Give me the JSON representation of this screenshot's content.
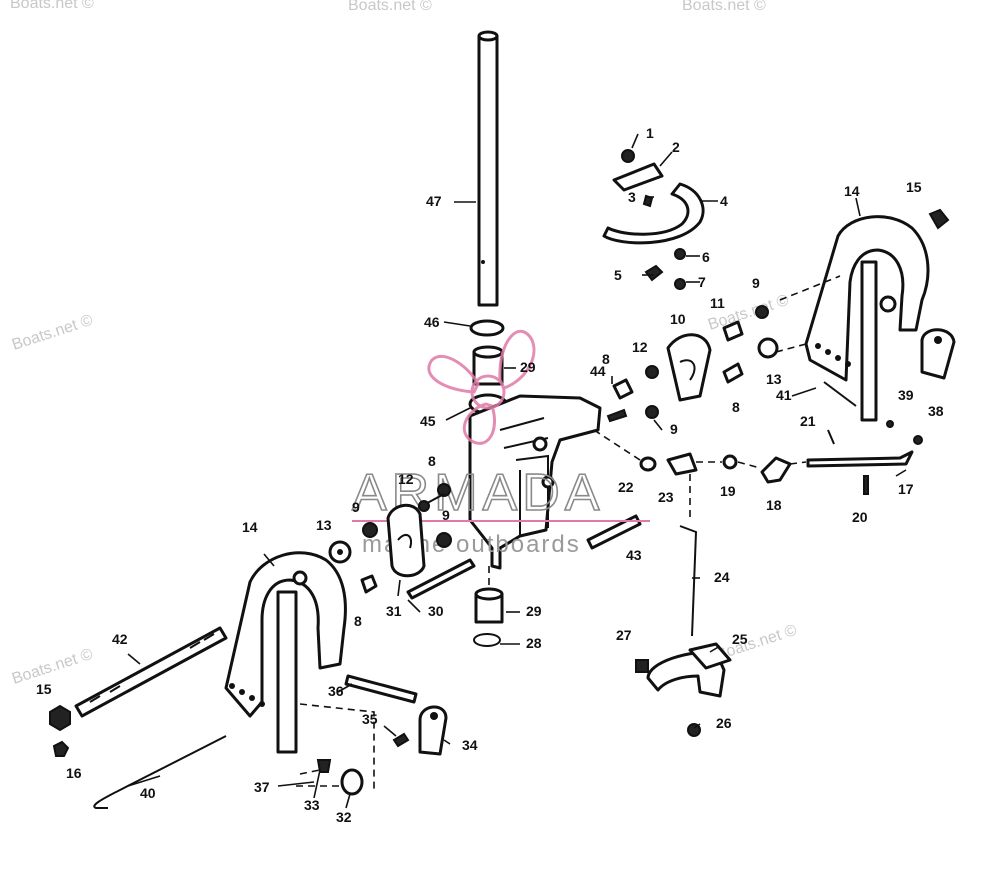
{
  "watermarks": [
    "Boats.net ©",
    "Boats.net ©",
    "Boats.net ©",
    "Boats.net ©",
    "Boats.net ©",
    "Boats.net ©",
    "Boats.net ©"
  ],
  "logo": {
    "name": "ARMADA",
    "tagline": "marine outboards",
    "accent_color": "#e07aa8"
  },
  "callouts": [
    {
      "id": "c1",
      "label": "1"
    },
    {
      "id": "c2",
      "label": "2"
    },
    {
      "id": "c3",
      "label": "3"
    },
    {
      "id": "c4",
      "label": "4"
    },
    {
      "id": "c5",
      "label": "5"
    },
    {
      "id": "c6",
      "label": "6"
    },
    {
      "id": "c7",
      "label": "7"
    },
    {
      "id": "c8a",
      "label": "8"
    },
    {
      "id": "c8b",
      "label": "8"
    },
    {
      "id": "c8c",
      "label": "8"
    },
    {
      "id": "c8d",
      "label": "8"
    },
    {
      "id": "c9a",
      "label": "9"
    },
    {
      "id": "c9b",
      "label": "9"
    },
    {
      "id": "c9c",
      "label": "9"
    },
    {
      "id": "c9d",
      "label": "9"
    },
    {
      "id": "c10",
      "label": "10"
    },
    {
      "id": "c11",
      "label": "11"
    },
    {
      "id": "c12a",
      "label": "12"
    },
    {
      "id": "c12b",
      "label": "12"
    },
    {
      "id": "c13a",
      "label": "13"
    },
    {
      "id": "c13b",
      "label": "13"
    },
    {
      "id": "c14a",
      "label": "14"
    },
    {
      "id": "c14b",
      "label": "14"
    },
    {
      "id": "c15a",
      "label": "15"
    },
    {
      "id": "c15b",
      "label": "15"
    },
    {
      "id": "c16",
      "label": "16"
    },
    {
      "id": "c17",
      "label": "17"
    },
    {
      "id": "c18",
      "label": "18"
    },
    {
      "id": "c19",
      "label": "19"
    },
    {
      "id": "c20",
      "label": "20"
    },
    {
      "id": "c21",
      "label": "21"
    },
    {
      "id": "c22",
      "label": "22"
    },
    {
      "id": "c23",
      "label": "23"
    },
    {
      "id": "c24",
      "label": "24"
    },
    {
      "id": "c25",
      "label": "25"
    },
    {
      "id": "c26",
      "label": "26"
    },
    {
      "id": "c27",
      "label": "27"
    },
    {
      "id": "c28",
      "label": "28"
    },
    {
      "id": "c29a",
      "label": "29"
    },
    {
      "id": "c29b",
      "label": "29"
    },
    {
      "id": "c30",
      "label": "30"
    },
    {
      "id": "c31",
      "label": "31"
    },
    {
      "id": "c32",
      "label": "32"
    },
    {
      "id": "c33",
      "label": "33"
    },
    {
      "id": "c34",
      "label": "34"
    },
    {
      "id": "c35",
      "label": "35"
    },
    {
      "id": "c36",
      "label": "36"
    },
    {
      "id": "c37",
      "label": "37"
    },
    {
      "id": "c38",
      "label": "38"
    },
    {
      "id": "c39",
      "label": "39"
    },
    {
      "id": "c40",
      "label": "40"
    },
    {
      "id": "c41",
      "label": "41"
    },
    {
      "id": "c42",
      "label": "42"
    },
    {
      "id": "c43",
      "label": "43"
    },
    {
      "id": "c44",
      "label": "44"
    },
    {
      "id": "c45",
      "label": "45"
    },
    {
      "id": "c46",
      "label": "46"
    },
    {
      "id": "c47",
      "label": "47"
    }
  ]
}
